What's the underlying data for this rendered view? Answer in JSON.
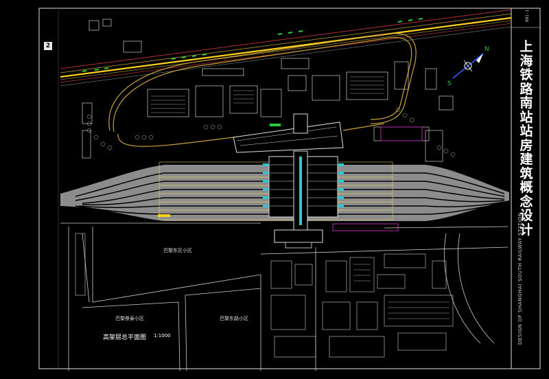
{
  "title": {
    "chars": [
      "上",
      "海",
      "铁",
      "路",
      "南",
      "站",
      "站",
      "房",
      "建",
      "筑",
      "概",
      "念",
      "设",
      "计"
    ]
  },
  "subtitle_en": "DESIGN OF SHANGHAI SOUTH RAILWAY STATION",
  "sheet_number": "2",
  "drawing_code": "001-1",
  "caption": {
    "text": "高架层总平面图",
    "scale": "1:1000"
  },
  "districts": {
    "d1": "巴黎东区小区",
    "d2": "巴黎景泰小区",
    "d3": "巴黎东路小区"
  },
  "colors": {
    "background": "#000000",
    "track_band": "#8c8c8c",
    "rail_yellow": "#ffd21a",
    "road_orange": "#c8a23a",
    "green_bars": "#2ecc40",
    "building_line": "#cfcfcf",
    "magenta": "#b030b0",
    "cyan": "#30c8d0"
  },
  "compass_icon": "north-arrow-icon"
}
